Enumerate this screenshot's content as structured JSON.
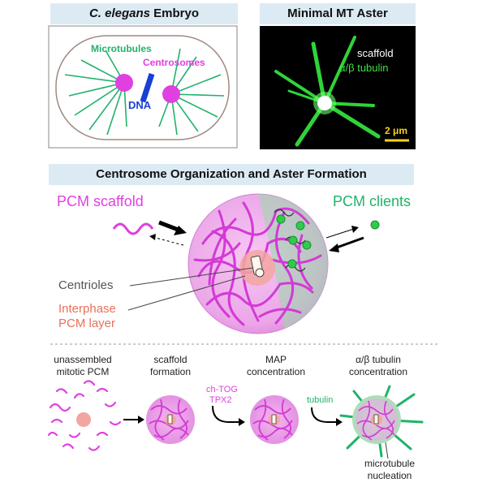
{
  "panels": {
    "embryo": {
      "title_italic": "C. elegans",
      "title_rest": " Embryo",
      "microtubules_label": "Microtubules",
      "centrosomes_label": "Centrosomes",
      "dna_label": "DNA"
    },
    "aster": {
      "title": "Minimal MT Aster",
      "scaffold_label": "scaffold",
      "tubulin_label": "α/β tubulin",
      "scale_label": "2 μm"
    }
  },
  "main": {
    "title": "Centrosome Organization and Aster Formation",
    "pcm_scaffold_label": "PCM scaffold",
    "pcm_clients_label": "PCM clients",
    "centrioles_label": "Centrioles",
    "interphase_label_line1": "Interphase",
    "interphase_label_line2": "PCM layer"
  },
  "steps": [
    {
      "line1": "unassembled",
      "line2": "mitotic PCM"
    },
    {
      "line1": "scaffold",
      "line2": "formation"
    },
    {
      "line1": "MAP",
      "line2": "concentration"
    },
    {
      "line1": "α/β tubulin",
      "line2": "concentration"
    }
  ],
  "transitions": {
    "maps_line1": "ch-TOG",
    "maps_line2": "TPX2",
    "tubulin": "tubulin"
  },
  "nucleation_line1": "microtubule",
  "nucleation_line2": "nucleation",
  "colors": {
    "magenta": "#e040e0",
    "green": "#22b26a",
    "blue": "#1a3fd6",
    "banner": "#dcebf3",
    "salmon": "#e8705a"
  }
}
